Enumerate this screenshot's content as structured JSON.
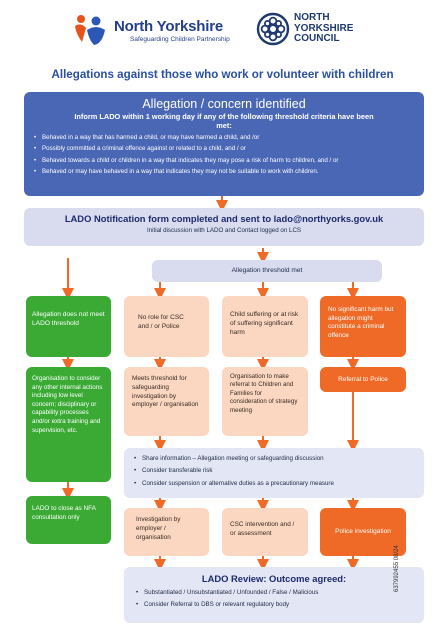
{
  "header": {
    "nysc_logo_line1": "North Yorkshire",
    "nysc_logo_line2": "Safeguarding Children Partnership",
    "council_logo_line1": "NORTH",
    "council_logo_line2": "YORKSHIRE",
    "council_logo_line3": "COUNCIL"
  },
  "page_title": "Allegations against those who work or volunteer with children",
  "top_box": {
    "heading": "Allegation / concern identified",
    "subheading": "Inform LADO within 1 working day if any of the following threshold criteria have been met:",
    "bullets": [
      "Behaved in a way that has harmed a child, or may have harmed a child, and /or",
      "Possibly committed a criminal offence against or related to a child, and / or",
      "Behaved towards a child or children in a way that indicates they may pose a risk of harm to children, and / or",
      "Behaved or may have behaved in a way that indicates they may not be suitable to work with children."
    ]
  },
  "notification": {
    "heading": "LADO Notification form completed and sent to lado@northyorks.gov.uk",
    "subheading": "Initial discussion with LADO and Contact logged on LCS"
  },
  "threshold_met": "Allegation threshold met",
  "col1": {
    "box1": "Allegation does not meet LADO threshold",
    "box2": "Organisation to consider any other internal actions including low level concern; disciplinary or capability processes and/or extra training and supervision, etc.",
    "box3": "LADO to close as NFA consultation only"
  },
  "col2": {
    "box1": "No role for CSC and / or Police",
    "box2": "Meets threshold for safeguarding investigation by employer / organisation",
    "box3": "Investigation by employer / organisation"
  },
  "col3": {
    "box1": "Child suffering or at risk of suffering significant harm",
    "box2": "Organisation to make referral to Children and Families for consideration of strategy meeting",
    "box3": "CSC intervention and / or assessment"
  },
  "col4": {
    "box1": "No significant harm but allegation might constitute a criminal offence",
    "box2": "Referral to Police",
    "box3": "Police investigation"
  },
  "info_box": {
    "bullets": [
      "Share information – Allegation meeting or safeguarding discussion",
      "Consider transferable risk",
      "Consider suspension or alternative duties as a precautionary measure"
    ]
  },
  "review": {
    "heading": "LADO Review: Outcome agreed:",
    "bullets": [
      "Substantiated / Unsubstantiated / Unfounded / False / Malicious",
      "Consider Referral to DBS or relevant regulatory body"
    ]
  },
  "side_code": "637992455 08/24",
  "colors": {
    "arrow": "#ee6a26",
    "dark_blue": "#4a67b5",
    "lavender": "#d9dcef",
    "green": "#3aaa35",
    "peach": "#fbd7c1",
    "orange": "#ee6a26",
    "title_blue": "#2a4fa3"
  }
}
